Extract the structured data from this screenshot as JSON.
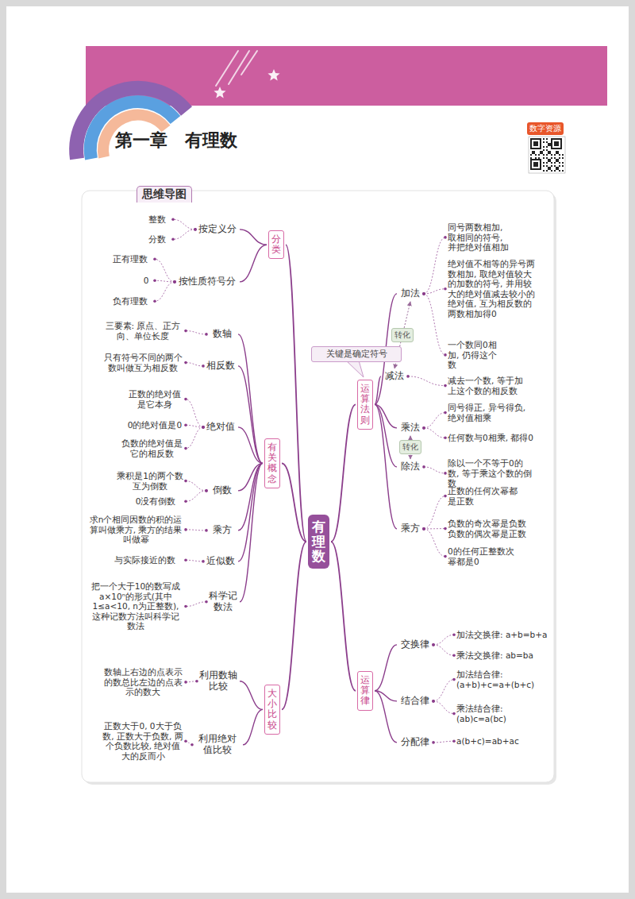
{
  "diagram": {
    "title": "第一章　有理数",
    "nodes": [
      {
        "text": [
          "有理数"
        ]
      },
      {
        "text": [
          "分类"
        ]
      },
      {
        "text": [
          "按定义分"
        ]
      },
      {
        "text": [
          "整数"
        ]
      },
      {
        "text": [
          "分数"
        ]
      },
      {
        "text": [
          "按性质符号分"
        ]
      },
      {
        "text": [
          "正有理数"
        ]
      },
      {
        "text": [
          "0"
        ]
      },
      {
        "text": [
          "负有理数"
        ]
      },
      {
        "text": [
          "有关概念"
        ]
      },
      {
        "text": [
          "数轴"
        ]
      },
      {
        "text": [
          "三要素: 原点、正方向、单位长度"
        ]
      },
      {
        "text": [
          "相反数"
        ]
      },
      {
        "text": [
          "只有符号不同的两个数叫做互为相反数"
        ]
      },
      {
        "text": [
          "绝对值"
        ]
      },
      {
        "text": [
          "正数的绝对值是它本身"
        ]
      },
      {
        "text": [
          "0的绝对值是0"
        ]
      },
      {
        "text": [
          "负数的绝对值是它的相反数"
        ]
      },
      {
        "text": [
          "倒数"
        ]
      },
      {
        "text": [
          "乘积是1的两个数互为倒数"
        ]
      },
      {
        "text": [
          "0没有倒数"
        ]
      },
      {
        "text": [
          "乘方"
        ]
      },
      {
        "text": [
          "求n个相同因数的积的运算叫做乘方, 乘方的结果叫做幂"
        ]
      },
      {
        "text": [
          "近似数"
        ]
      },
      {
        "text": [
          "与实际接近的数"
        ]
      },
      {
        "text": [
          "科学记数法"
        ]
      },
      {
        "text": [
          "把一个大于10的数写成a×10ⁿ的形式(其中1≤a<10, n为正整数), 这种记数方法叫科学记数法"
        ]
      },
      {
        "text": [
          "大小比较"
        ]
      },
      {
        "text": [
          "利用数轴比较"
        ]
      },
      {
        "text": [
          "数轴上右边的点表示的数总比左边的点表示的数大"
        ]
      },
      {
        "text": [
          "利用绝对值比较"
        ]
      },
      {
        "text": [
          "正数大于0, 0大于负数, 正数大于负数, 两个负数比较, 绝对值大的反而小"
        ]
      },
      {
        "text": [
          "运算法则"
        ]
      },
      {
        "text": [
          "加法"
        ]
      },
      {
        "text": [
          "同号两数相加, 取相同的符号, 并把绝对值相加"
        ]
      },
      {
        "text": [
          "绝对值不相等的异号两数相加, 取绝对值较大的加数的符号, 并用较大的绝对值减去较小的绝对值, 互为相反数的两数相加得0"
        ]
      },
      {
        "text": [
          "一个数同0相加, 仍得这个数"
        ]
      },
      {
        "text": [
          "减法"
        ]
      },
      {
        "text": [
          "减去一个数, 等于加上这个数的相反数"
        ]
      },
      {
        "text": [
          "乘法"
        ]
      },
      {
        "text": [
          "同号得正, 异号得负, 绝对值相乘"
        ]
      },
      {
        "text": [
          "任何数与0相乘, 都得0"
        ]
      },
      {
        "text": [
          "除法"
        ]
      },
      {
        "text": [
          "除以一个不等于0的数, 等于乘这个数的倒数"
        ]
      },
      {
        "text": [
          "乘方"
        ]
      },
      {
        "text": [
          "正数的任何次幂都是正数"
        ]
      },
      {
        "text": [
          "负数的奇次幂是负数 负数的偶次幂是正数"
        ]
      },
      {
        "text": [
          "0的任何正整数次幂都是0"
        ]
      },
      {
        "text": [
          "运算律"
        ]
      },
      {
        "text": [
          "交换律"
        ]
      },
      {
        "text": [
          "加法交换律: a+b=b+a"
        ]
      },
      {
        "text": [
          "乘法交换律: ab=ba"
        ]
      },
      {
        "text": [
          "结合律"
        ]
      },
      {
        "text": [
          "加法结合律: (a+b)+c=a+(b+c)"
        ]
      },
      {
        "text": [
          "乘法结合律: (ab)c=a(bc)"
        ]
      },
      {
        "text": [
          "分配律"
        ]
      },
      {
        "text": [
          "a(b+c)=ab+ac"
        ]
      },
      {
        "text": [
          "关键是确定符号"
        ]
      }
    ],
    "edges": [
      {
        "from": 0,
        "to": 1,
        "arrow": "none"
      },
      {
        "from": 0,
        "to": 9,
        "arrow": "none"
      },
      {
        "from": 0,
        "to": 27,
        "arrow": "none"
      },
      {
        "from": 0,
        "to": 32,
        "arrow": "none"
      },
      {
        "from": 0,
        "to": 48,
        "arrow": "none"
      },
      {
        "from": 1,
        "to": 2,
        "arrow": "none"
      },
      {
        "from": 1,
        "to": 5,
        "arrow": "none"
      },
      {
        "from": 2,
        "to": 3,
        "arrow": "none"
      },
      {
        "from": 2,
        "to": 4,
        "arrow": "none"
      },
      {
        "from": 5,
        "to": 6,
        "arrow": "none"
      },
      {
        "from": 5,
        "to": 7,
        "arrow": "none"
      },
      {
        "from": 5,
        "to": 8,
        "arrow": "none"
      },
      {
        "from": 9,
        "to": 10,
        "arrow": "none"
      },
      {
        "from": 9,
        "to": 12,
        "arrow": "none"
      },
      {
        "from": 9,
        "to": 14,
        "arrow": "none"
      },
      {
        "from": 9,
        "to": 18,
        "arrow": "none"
      },
      {
        "from": 9,
        "to": 21,
        "arrow": "none"
      },
      {
        "from": 9,
        "to": 23,
        "arrow": "none"
      },
      {
        "from": 9,
        "to": 25,
        "arrow": "none"
      },
      {
        "from": 10,
        "to": 11,
        "arrow": "none"
      },
      {
        "from": 12,
        "to": 13,
        "arrow": "none"
      },
      {
        "from": 14,
        "to": 15,
        "arrow": "none"
      },
      {
        "from": 14,
        "to": 16,
        "arrow": "none"
      },
      {
        "from": 14,
        "to": 17,
        "arrow": "none"
      },
      {
        "from": 18,
        "to": 19,
        "arrow": "none"
      },
      {
        "from": 18,
        "to": 20,
        "arrow": "none"
      },
      {
        "from": 21,
        "to": 22,
        "arrow": "none"
      },
      {
        "from": 23,
        "to": 24,
        "arrow": "none"
      },
      {
        "from": 25,
        "to": 26,
        "arrow": "none"
      },
      {
        "from": 27,
        "to": 28,
        "arrow": "none"
      },
      {
        "from": 27,
        "to": 30,
        "arrow": "none"
      },
      {
        "from": 28,
        "to": 29,
        "arrow": "none"
      },
      {
        "from": 30,
        "to": 31,
        "arrow": "none"
      },
      {
        "from": 32,
        "to": 33,
        "arrow": "none"
      },
      {
        "from": 32,
        "to": 37,
        "arrow": "none"
      },
      {
        "from": 32,
        "to": 39,
        "arrow": "none"
      },
      {
        "from": 32,
        "to": 42,
        "arrow": "none"
      },
      {
        "from": 32,
        "to": 44,
        "arrow": "none"
      },
      {
        "from": 33,
        "to": 34,
        "arrow": "none"
      },
      {
        "from": 33,
        "to": 35,
        "arrow": "none"
      },
      {
        "from": 33,
        "to": 36,
        "arrow": "none"
      },
      {
        "from": 37,
        "to": 38,
        "arrow": "none"
      },
      {
        "from": 39,
        "to": 40,
        "arrow": "none"
      },
      {
        "from": 39,
        "to": 41,
        "arrow": "none"
      },
      {
        "from": 42,
        "to": 43,
        "arrow": "none"
      },
      {
        "from": 44,
        "to": 45,
        "arrow": "none"
      },
      {
        "from": 44,
        "to": 46,
        "arrow": "none"
      },
      {
        "from": 44,
        "to": 47,
        "arrow": "none"
      },
      {
        "from": 48,
        "to": 49,
        "arrow": "none"
      },
      {
        "from": 48,
        "to": 52,
        "arrow": "none"
      },
      {
        "from": 48,
        "to": 55,
        "arrow": "none"
      },
      {
        "from": 49,
        "to": 50,
        "arrow": "none"
      },
      {
        "from": 49,
        "to": 51,
        "arrow": "none"
      },
      {
        "from": 52,
        "to": 53,
        "arrow": "none"
      },
      {
        "from": 52,
        "to": 54,
        "arrow": "none"
      },
      {
        "from": 55,
        "to": 56,
        "arrow": "none"
      },
      {
        "from": 33,
        "to": 37,
        "label": "转化",
        "arrow": "both"
      },
      {
        "from": 39,
        "to": 42,
        "label": "转化",
        "arrow": "both"
      }
    ],
    "labels": [
      "思维导图",
      "数字资源"
    ]
  }
}
